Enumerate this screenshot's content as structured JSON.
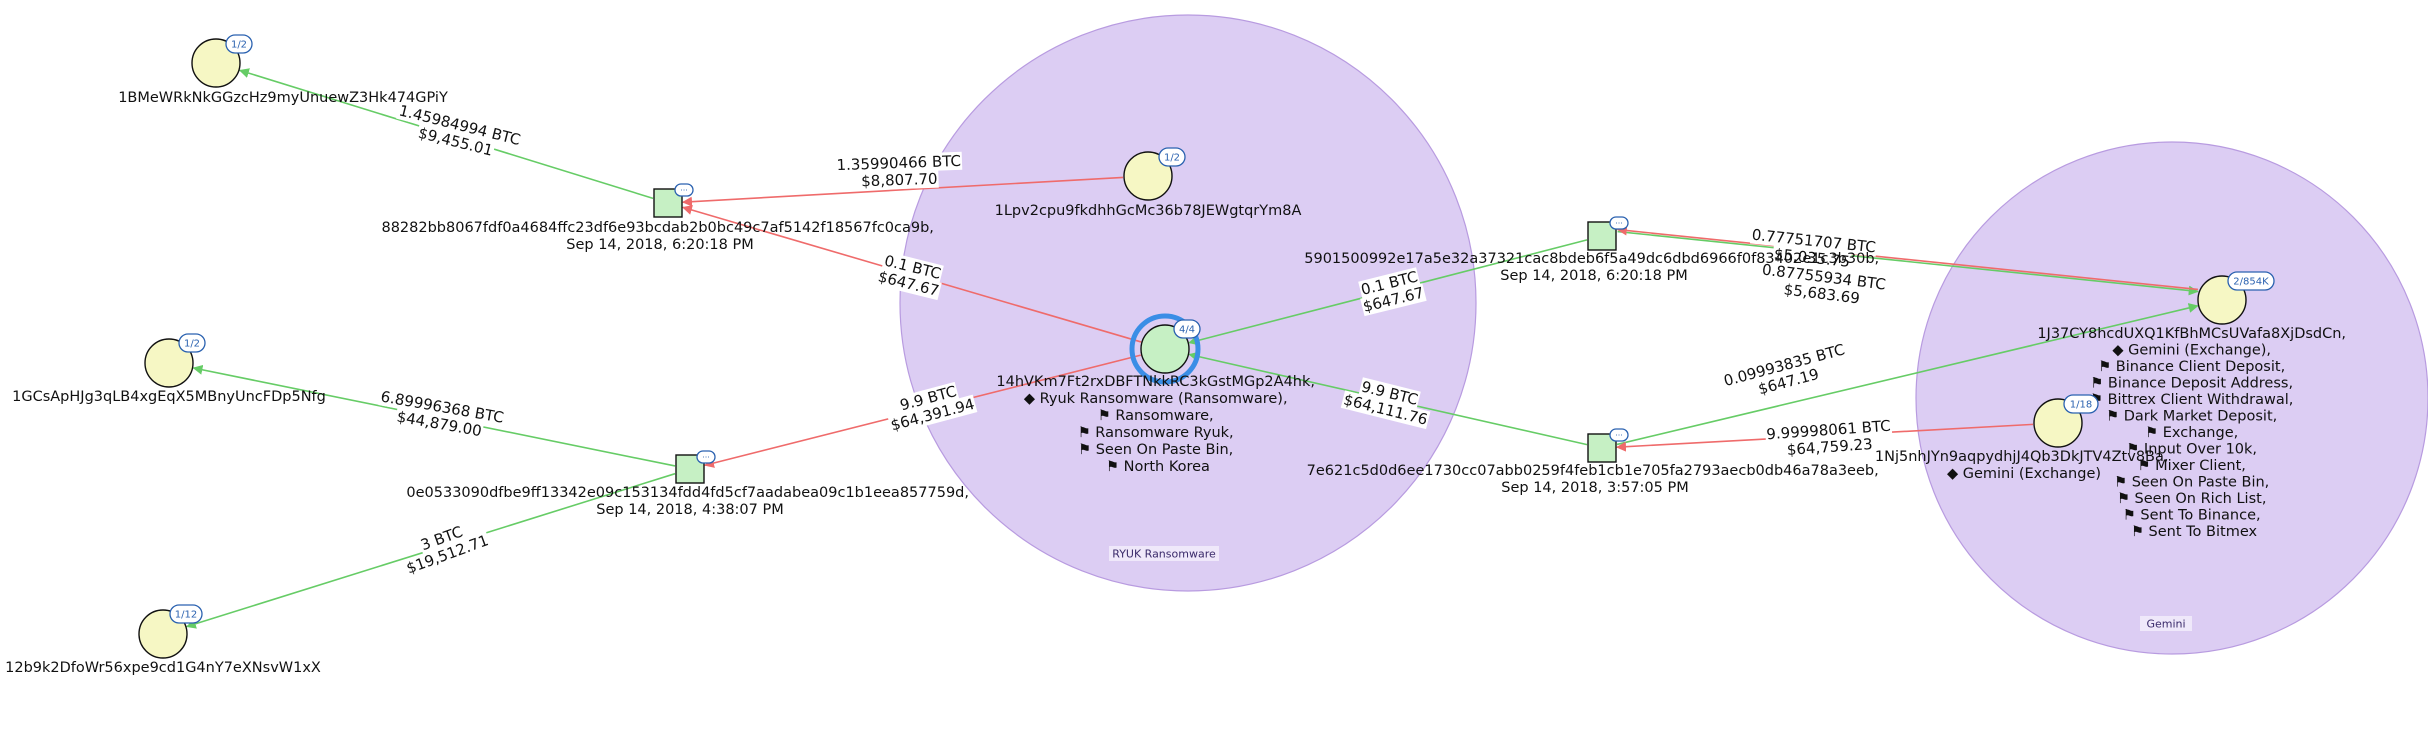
{
  "clusters": [
    {
      "id": "ryuk",
      "label": "RYUK Ransomware",
      "fill": "#dccdf3",
      "stroke": "#b89be0"
    },
    {
      "id": "gemini",
      "label": "Gemini",
      "fill": "#dccdf3",
      "stroke": "#b89be0"
    }
  ],
  "colors": {
    "address_fill": "#f6f7c4",
    "tx_fill": "#c6f0c4",
    "edge_green": "#66cc66",
    "edge_red": "#ef6b6b",
    "badge_stroke": "#2b62b0",
    "focus_ring": "#3a8ee6"
  },
  "nodes": {
    "addr_1BMe": {
      "type": "address",
      "badge": "1/2",
      "label_lines": [
        "1BMeWRkNkGGzcHz9myUnuewZ3Hk474GPiY"
      ]
    },
    "addr_1Lpv": {
      "type": "address",
      "badge": "1/2",
      "label_lines": [
        "1Lpv2cpu9fkdhhGcMc36b78JEWgtqrYm8A"
      ]
    },
    "addr_1GCs": {
      "type": "address",
      "badge": "1/2",
      "label_lines": [
        "1GCsApHJg3qLB4xgEqX5MBnyUncFDp5Nfg"
      ]
    },
    "addr_12b9": {
      "type": "address",
      "badge": "1/12",
      "label_lines": [
        "12b9k2DfoWr56xpe9cd1G4nY7eXNsvW1xX"
      ]
    },
    "addr_14hV": {
      "type": "address",
      "badge": "4/4",
      "focused": true,
      "label_lines": [
        "14hVKm7Ft2rxDBFTNkkRC3kGstMGp2A4hk,",
        "◆ Ryuk Ransomware (Ransomware),",
        "⚑ Ransomware,",
        "⚑ Ransomware Ryuk,",
        "⚑ Seen On Paste Bin,",
        "⚑ North Korea"
      ]
    },
    "addr_1J37": {
      "type": "address",
      "badge": "2/854K",
      "label_lines": [
        "1J37CY8hcdUXQ1KfBhMCsUVafa8XjDsdCn,",
        "◆ Gemini (Exchange),",
        "⚑ Binance Client Deposit,",
        "⚑ Binance Deposit Address,",
        "⚑ Bittrex Client Withdrawal,",
        "⚑ Dark Market Deposit,",
        "⚑ Exchange,",
        "⚑ Input Over 10k,",
        "⚑ Mixer Client,",
        "⚑ Seen On Paste Bin,",
        "⚑ Seen On Rich List,",
        "⚑ Sent To Binance,",
        "⚑ Sent To Bitmex"
      ]
    },
    "addr_1Nj5": {
      "type": "address",
      "badge": "1/18",
      "label_lines": [
        "1Nj5nhJYn9aqpydhjJ4Qb3DkJTV4Ztv8Ba,",
        "◆ Gemini (Exchange)"
      ]
    },
    "tx_8828": {
      "type": "tx",
      "badge": "···",
      "label_lines": [
        "88282bb8067fdf0a4684ffc23df6e93bcdab2b0bc49c7af5142f18567fc0ca9b,",
        "Sep 14, 2018, 6:20:18 PM"
      ]
    },
    "tx_0e05": {
      "type": "tx",
      "badge": "···",
      "label_lines": [
        "0e0533090dfbe9ff13342e09c153134fdd4fd5cf7aadabea09c1b1eea857759d,",
        "Sep 14, 2018, 4:38:07 PM"
      ]
    },
    "tx_5901": {
      "type": "tx",
      "badge": "···",
      "label_lines": [
        "5901500992e17a5e32a37321cac8bdeb6f5a49dc6dbd6966f0f83402e1c3b30b,",
        "Sep 14, 2018, 6:20:18 PM"
      ]
    },
    "tx_7e62": {
      "type": "tx",
      "badge": "···",
      "label_lines": [
        "7e621c5d0d6ee1730cc07abb0259f4feb1cb1e705fa2793aecb0db46a78a3eeb,",
        "Sep 14, 2018, 3:57:05 PM"
      ]
    }
  },
  "edges": [
    {
      "id": "e1",
      "from": "tx_8828",
      "to": "addr_1BMe",
      "color": "green",
      "btc": "1.45984994 BTC",
      "usd": "$9,455.01"
    },
    {
      "id": "e2",
      "from": "addr_1Lpv",
      "to": "tx_8828",
      "color": "red",
      "btc": "1.35990466 BTC",
      "usd": "$8,807.70"
    },
    {
      "id": "e3",
      "from": "addr_14hV",
      "to": "tx_8828",
      "color": "red",
      "btc": "0.1 BTC",
      "usd": "$647.67"
    },
    {
      "id": "e4",
      "from": "tx_0e05",
      "to": "addr_1GCs",
      "color": "green",
      "btc": "6.89996368 BTC",
      "usd": "$44,879.00"
    },
    {
      "id": "e5",
      "from": "tx_0e05",
      "to": "addr_12b9",
      "color": "green",
      "btc": "3 BTC",
      "usd": "$19,512.71"
    },
    {
      "id": "e6",
      "from": "addr_14hV",
      "to": "tx_0e05",
      "color": "red",
      "btc": "9.9 BTC",
      "usd": "$64,391.94"
    },
    {
      "id": "e7",
      "from": "tx_5901",
      "to": "addr_14hV",
      "color": "green",
      "btc": "0.1 BTC",
      "usd": "$647.67"
    },
    {
      "id": "e8",
      "from": "tx_7e62",
      "to": "addr_14hV",
      "color": "green",
      "btc": "9.9 BTC",
      "usd": "$64,111.76"
    },
    {
      "id": "e9",
      "from": "tx_5901",
      "to": "addr_1J37",
      "color": "green",
      "btc": "0.77751707 BTC",
      "usd": "$5,035.75"
    },
    {
      "id": "e10",
      "from": "addr_1J37",
      "to": "tx_5901",
      "color": "red",
      "btc": "0.87755934 BTC",
      "usd": "$5,683.69"
    },
    {
      "id": "e11",
      "from": "tx_7e62",
      "to": "addr_1J37",
      "color": "green",
      "btc": "0.09993835 BTC",
      "usd": "$647.19"
    },
    {
      "id": "e12",
      "from": "addr_1Nj5",
      "to": "tx_7e62",
      "color": "red",
      "btc": "9.99998061 BTC",
      "usd": "$64,759.23"
    }
  ]
}
